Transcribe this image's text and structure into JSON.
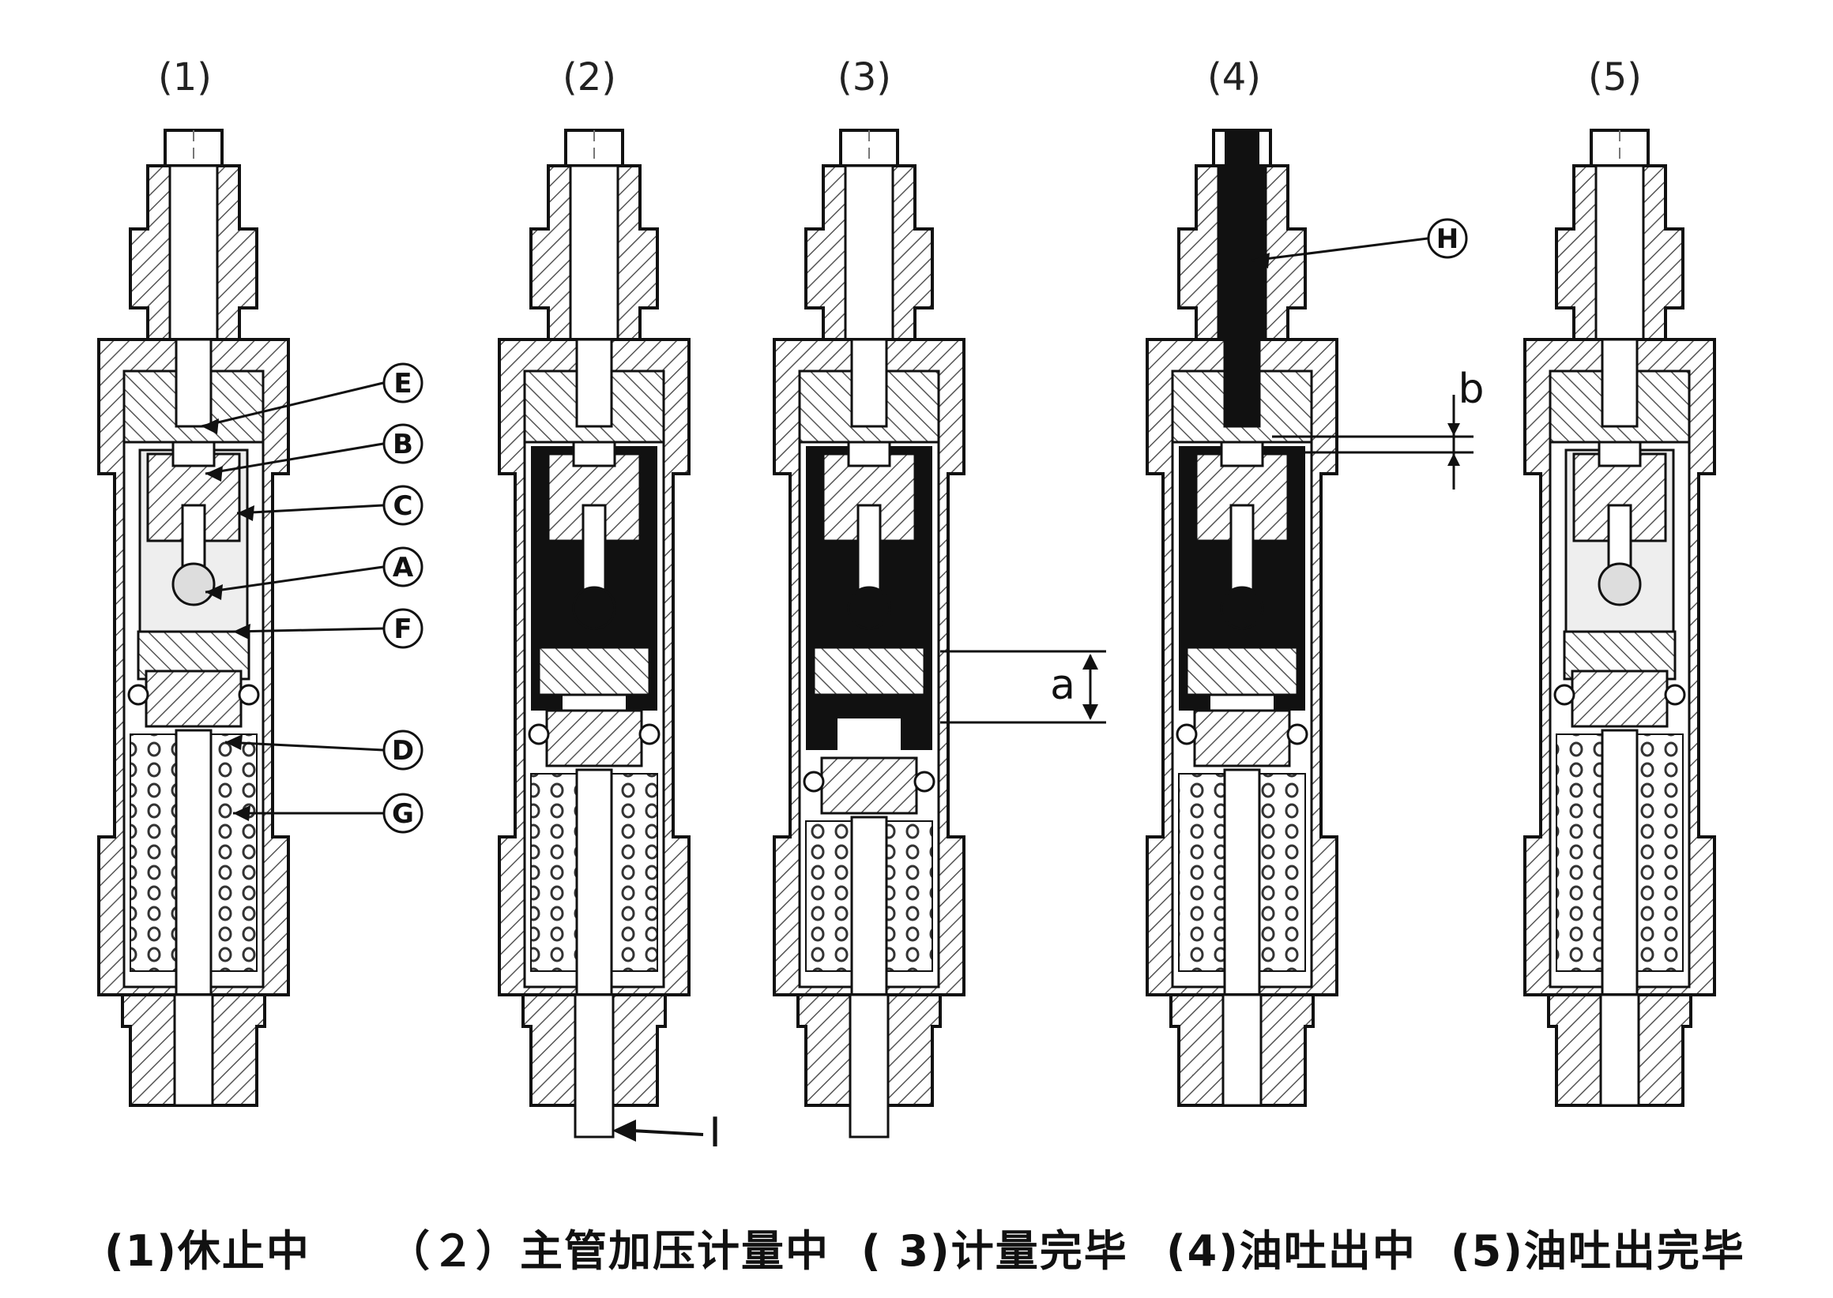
{
  "figures": [
    {
      "number": "(1)",
      "caption": "(1)休止中"
    },
    {
      "number": "(2)",
      "caption": "（２）主管加压计量中"
    },
    {
      "number": "(3)",
      "caption": "( 3)计量完毕"
    },
    {
      "number": "(4)",
      "caption": "(4)油吐出中"
    },
    {
      "number": "(5)",
      "caption": "(5)油吐出完毕"
    }
  ],
  "callouts": [
    "E",
    "B",
    "C",
    "A",
    "F",
    "D",
    "G",
    "H"
  ],
  "labels": {
    "a": "a",
    "b": "b",
    "I": "I"
  },
  "colors": {
    "ink": "#111111",
    "oil": "#111111",
    "hatch": "#555555",
    "background": "#ffffff"
  }
}
